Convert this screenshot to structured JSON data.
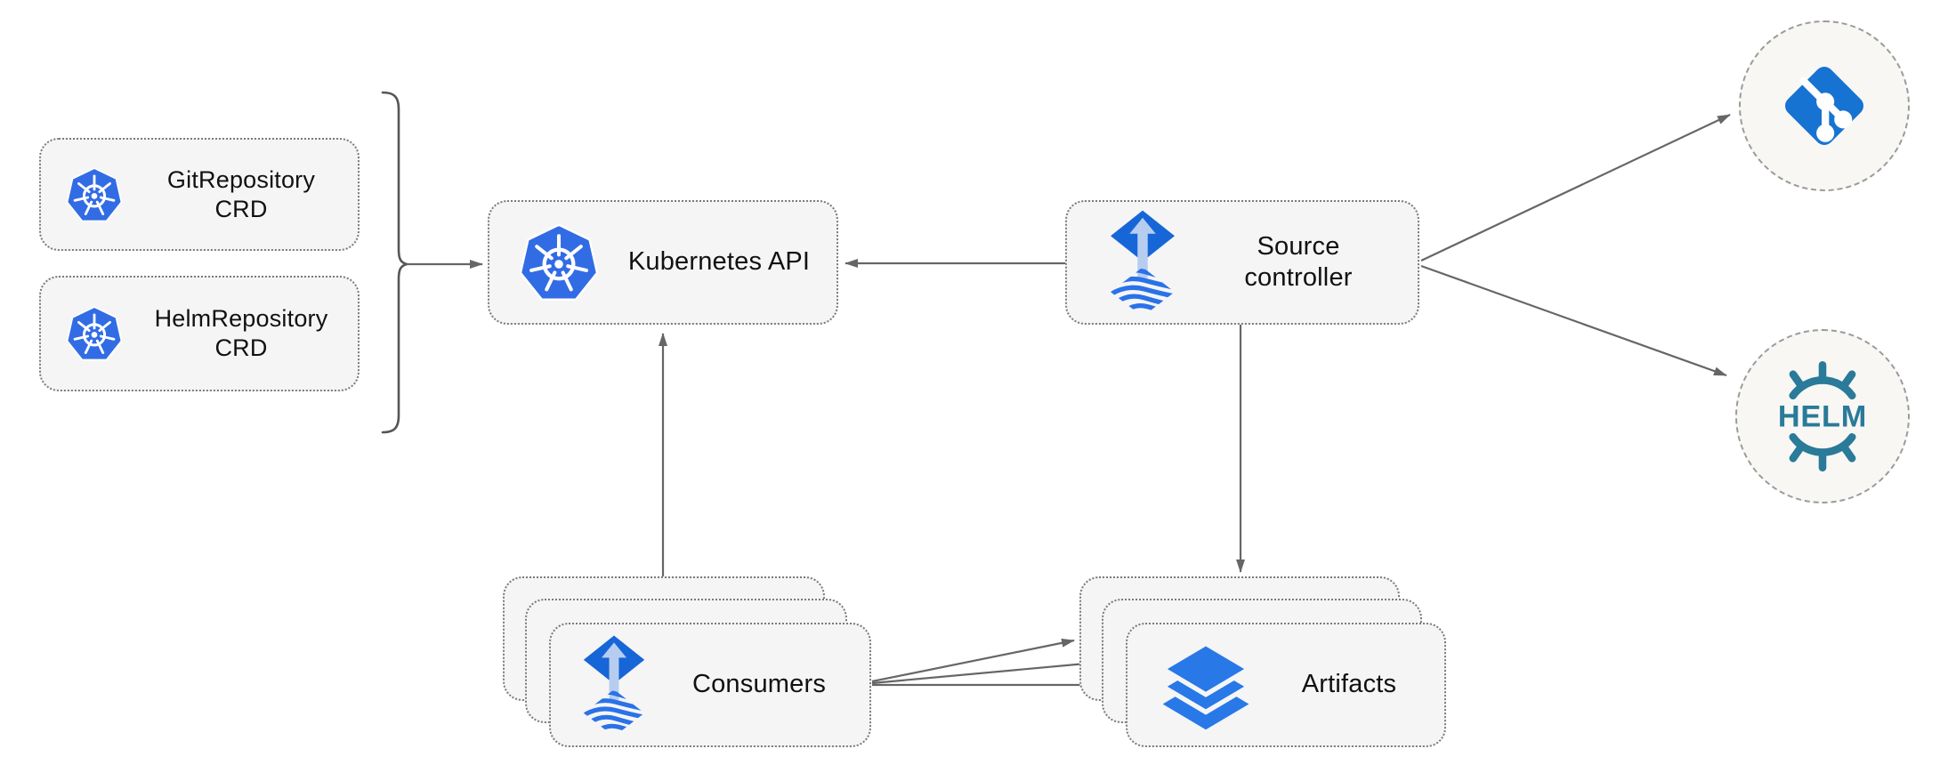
{
  "diagram": {
    "nodes": {
      "git_repository_crd": {
        "label": "GitRepository CRD",
        "icon": "kubernetes-icon"
      },
      "helm_repository_crd": {
        "label": "HelmRepository CRD",
        "icon": "kubernetes-icon"
      },
      "kubernetes_api": {
        "label": "Kubernetes API",
        "icon": "kubernetes-icon"
      },
      "source_controller": {
        "label": "Source controller",
        "icon": "flux-icon"
      },
      "consumers": {
        "label": "Consumers",
        "icon": "flux-icon",
        "stacked_copies": 3
      },
      "artifacts": {
        "label": "Artifacts",
        "icon": "layers-icon",
        "stacked_copies": 3
      },
      "git_source": {
        "label": "",
        "icon": "git-icon"
      },
      "helm_source": {
        "label": "HELM",
        "icon": "helm-icon"
      }
    },
    "edges": [
      {
        "from": "crd_group_brace",
        "to": "kubernetes_api",
        "style": "arrow"
      },
      {
        "from": "source_controller",
        "to": "kubernetes_api",
        "style": "arrow"
      },
      {
        "from": "consumers",
        "to": "kubernetes_api",
        "style": "arrow"
      },
      {
        "from": "source_controller",
        "to": "artifacts",
        "style": "arrow"
      },
      {
        "from": "source_controller",
        "to": "git_source",
        "style": "arrow"
      },
      {
        "from": "source_controller",
        "to": "helm_source",
        "style": "arrow"
      },
      {
        "from": "consumers",
        "to": "artifacts",
        "style": "triple-arrow"
      }
    ],
    "colors": {
      "kubernetes_blue": "#326ce5",
      "flux_blue": "#1766d8",
      "flux_arrow_light": "#b7cdf0",
      "flux_stripes": "#2a72e8",
      "git_blue": "#1673d2",
      "layers_blue": "#2878e8",
      "helm_teal": "#2a7a99",
      "node_fill": "#f5f5f5",
      "node_border": "#7b7b7b",
      "circle_fill": "#f8f7f4",
      "circle_border": "#9b9b9b",
      "connector": "#666666"
    }
  }
}
